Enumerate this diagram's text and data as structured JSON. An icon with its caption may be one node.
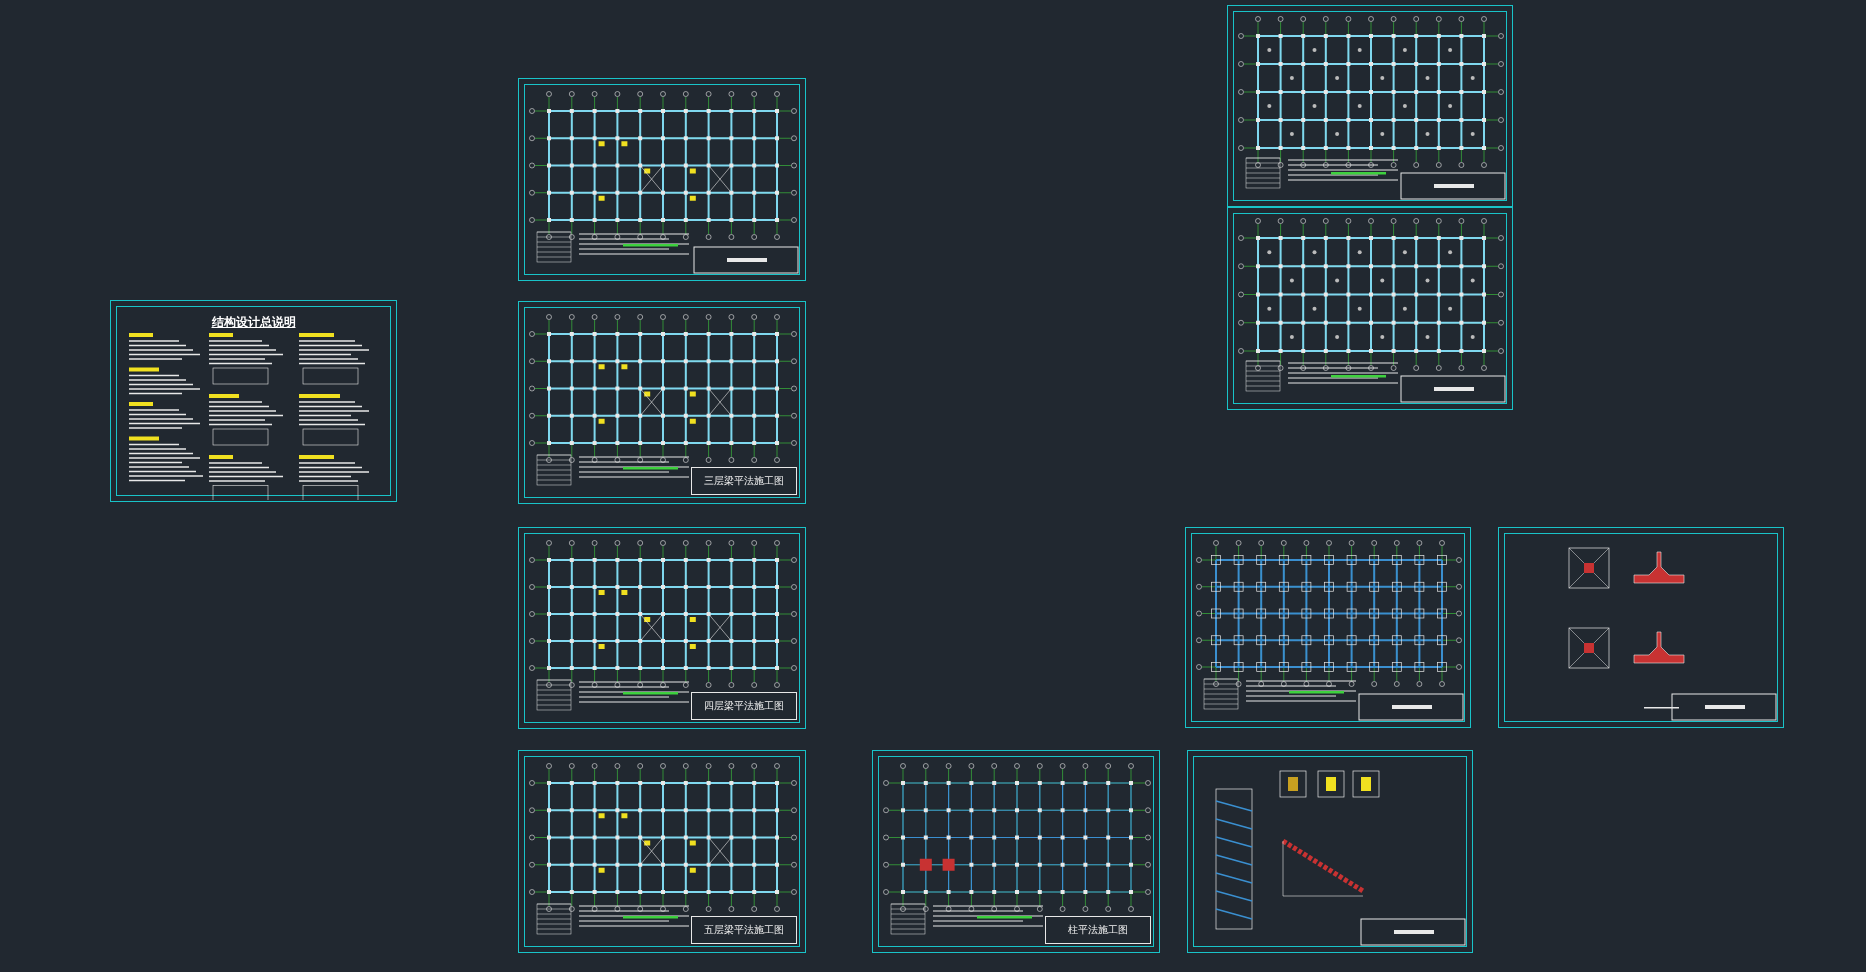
{
  "diagram": {
    "nodes": [
      {
        "text": [
          "结构设计总说明"
        ]
      },
      {
        "text": [],
        "shape": "picture"
      },
      {
        "text": [
          "三层梁平法施工图"
        ]
      },
      {
        "text": [
          "四层梁平法施工图"
        ]
      },
      {
        "text": [
          "五层梁平法施工图"
        ]
      },
      {
        "text": [
          "柱平法施工图"
        ]
      },
      {
        "text": [],
        "shape": "picture"
      },
      {
        "text": [],
        "shape": "picture"
      },
      {
        "text": [],
        "shape": "picture"
      },
      {
        "text": [],
        "shape": "picture"
      },
      {
        "text": [],
        "shape": "picture"
      }
    ]
  }
}
